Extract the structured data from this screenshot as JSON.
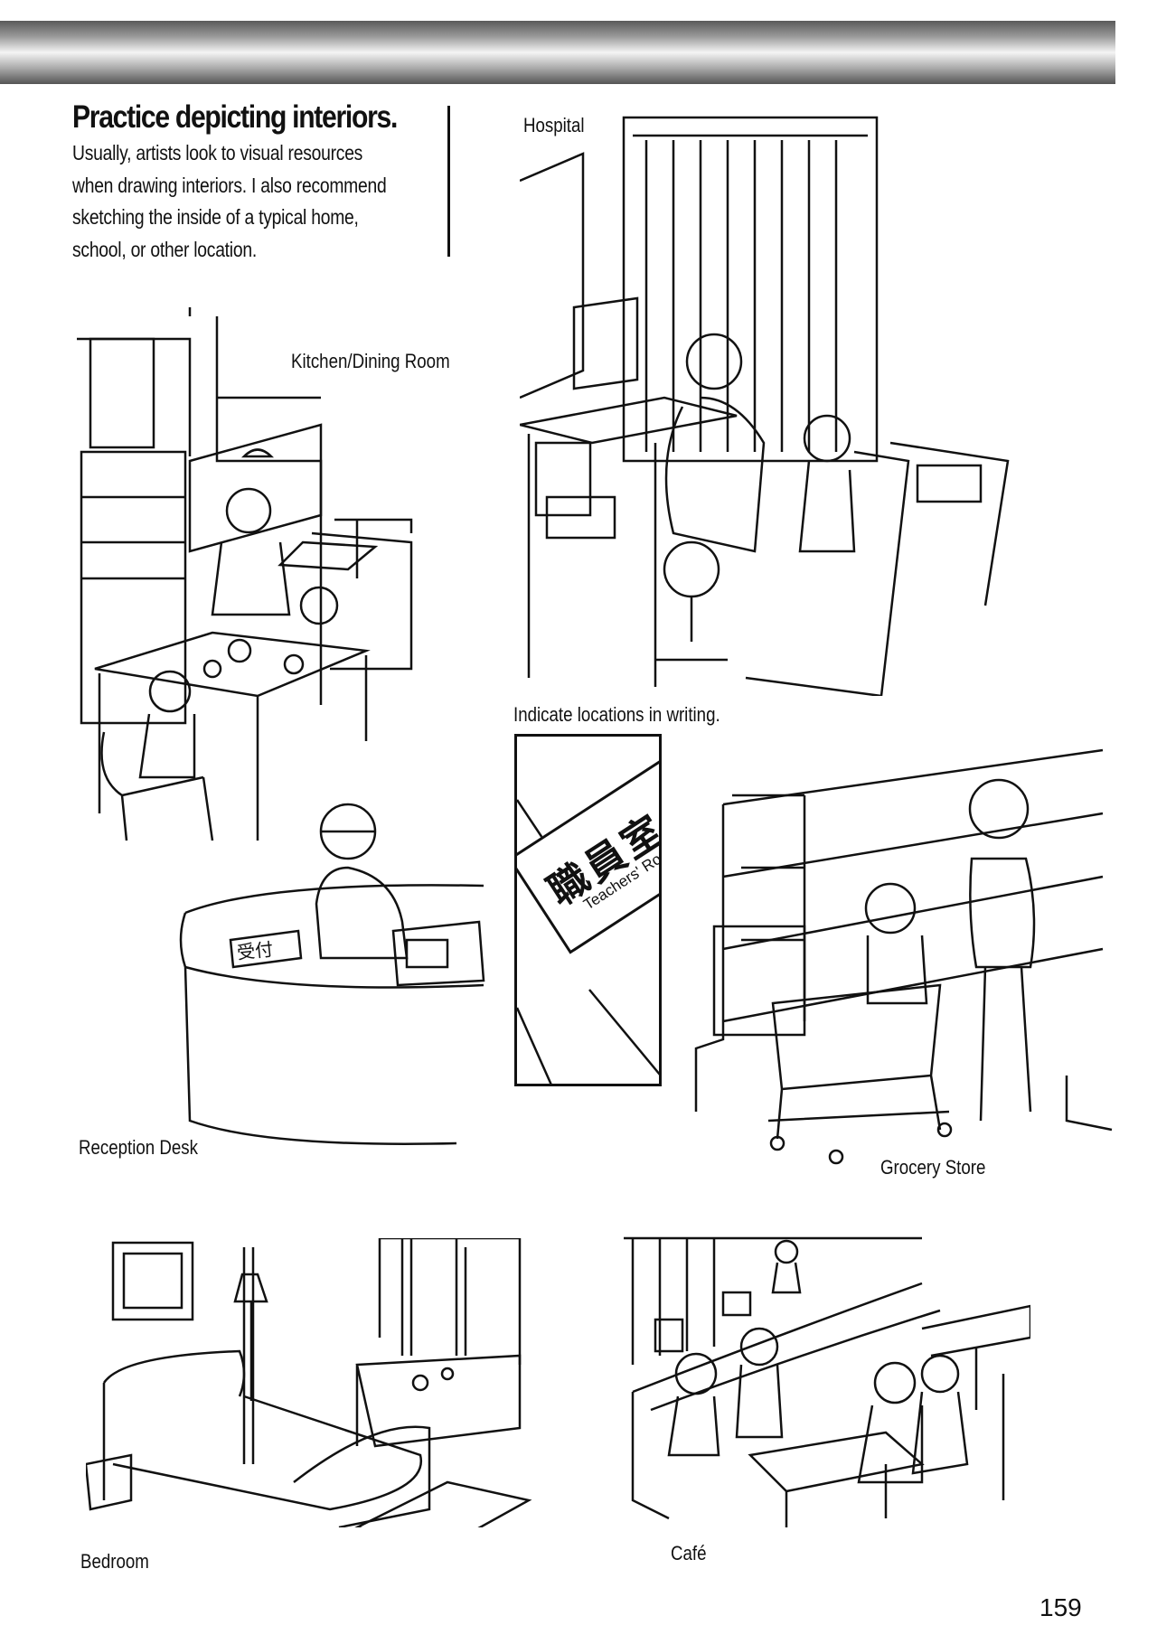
{
  "intro": {
    "heading": "Practice depicting interiors.",
    "body_lines": [
      "Usually, artists look to visual resources",
      "when drawing interiors. I also recommend",
      "sketching the inside of a typical home,",
      "school, or other location."
    ]
  },
  "captions": {
    "hospital": "Hospital",
    "kitchen": "Kitchen/Dining Room",
    "indicate": "Indicate locations in writing.",
    "reception": "Reception Desk",
    "grocery": "Grocery Store",
    "bedroom": "Bedroom",
    "cafe": "Café"
  },
  "sign": {
    "kanji": "職員室",
    "english": "Teachers' Room"
  },
  "reception_sign": "受付",
  "page_number": "159"
}
